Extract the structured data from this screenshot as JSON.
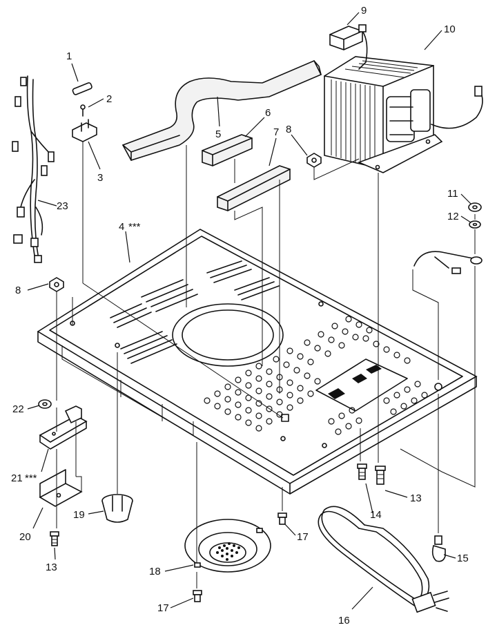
{
  "diagram": {
    "callouts": {
      "p1": "1",
      "p2": "2",
      "p3": "3",
      "p4": "4",
      "p4_mark": "***",
      "p5": "5",
      "p6": "6",
      "p7": "7",
      "p8a": "8",
      "p8b": "8",
      "p9": "9",
      "p10": "10",
      "p11": "11",
      "p12": "12",
      "p13a": "13",
      "p13b": "13",
      "p14": "14",
      "p15": "15",
      "p16": "16",
      "p17a": "17",
      "p17b": "17",
      "p18": "18",
      "p19": "19",
      "p20": "20",
      "p21": "21",
      "p21_mark": "***",
      "p22": "22",
      "p23": "23"
    }
  }
}
